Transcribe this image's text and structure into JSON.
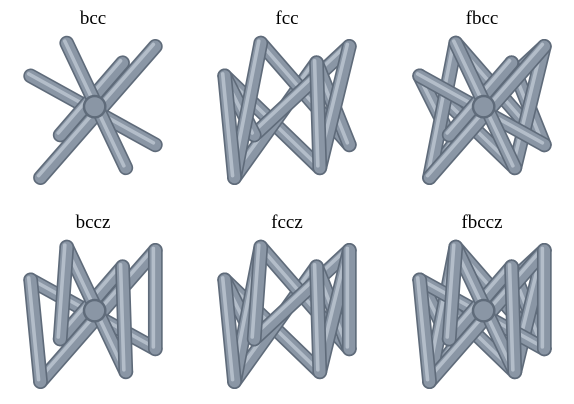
{
  "figure": {
    "colors": {
      "strut": "#8a96a5",
      "strut_light": "#b3bdc9",
      "strut_dark": "#5f6b7a",
      "background": "#ffffff"
    },
    "cells": [
      {
        "label": "bcc",
        "type": "bcc"
      },
      {
        "label": "fcc",
        "type": "fcc"
      },
      {
        "label": "fbcc",
        "type": "fbcc"
      },
      {
        "label": "bccz",
        "type": "bccz"
      },
      {
        "label": "fccz",
        "type": "fccz"
      },
      {
        "label": "fbccz",
        "type": "fbccz"
      }
    ]
  }
}
